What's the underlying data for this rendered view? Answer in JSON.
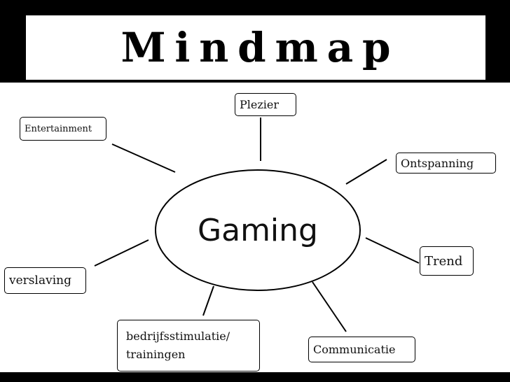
{
  "title": "Mindmap",
  "center": "Gaming",
  "nodes": {
    "plezier": "Plezier",
    "entertainment": "Entertainment",
    "ontspanning": "Ontspanning",
    "trend": "Trend",
    "verslaving": "verslaving",
    "bedrijf_line1": "bedrijfsstimulatie/",
    "bedrijf_line2": "trainingen",
    "communicatie": "Communicatie"
  },
  "colors": {
    "background": "#000000",
    "panel": "#ffffff",
    "ink": "#000000"
  }
}
